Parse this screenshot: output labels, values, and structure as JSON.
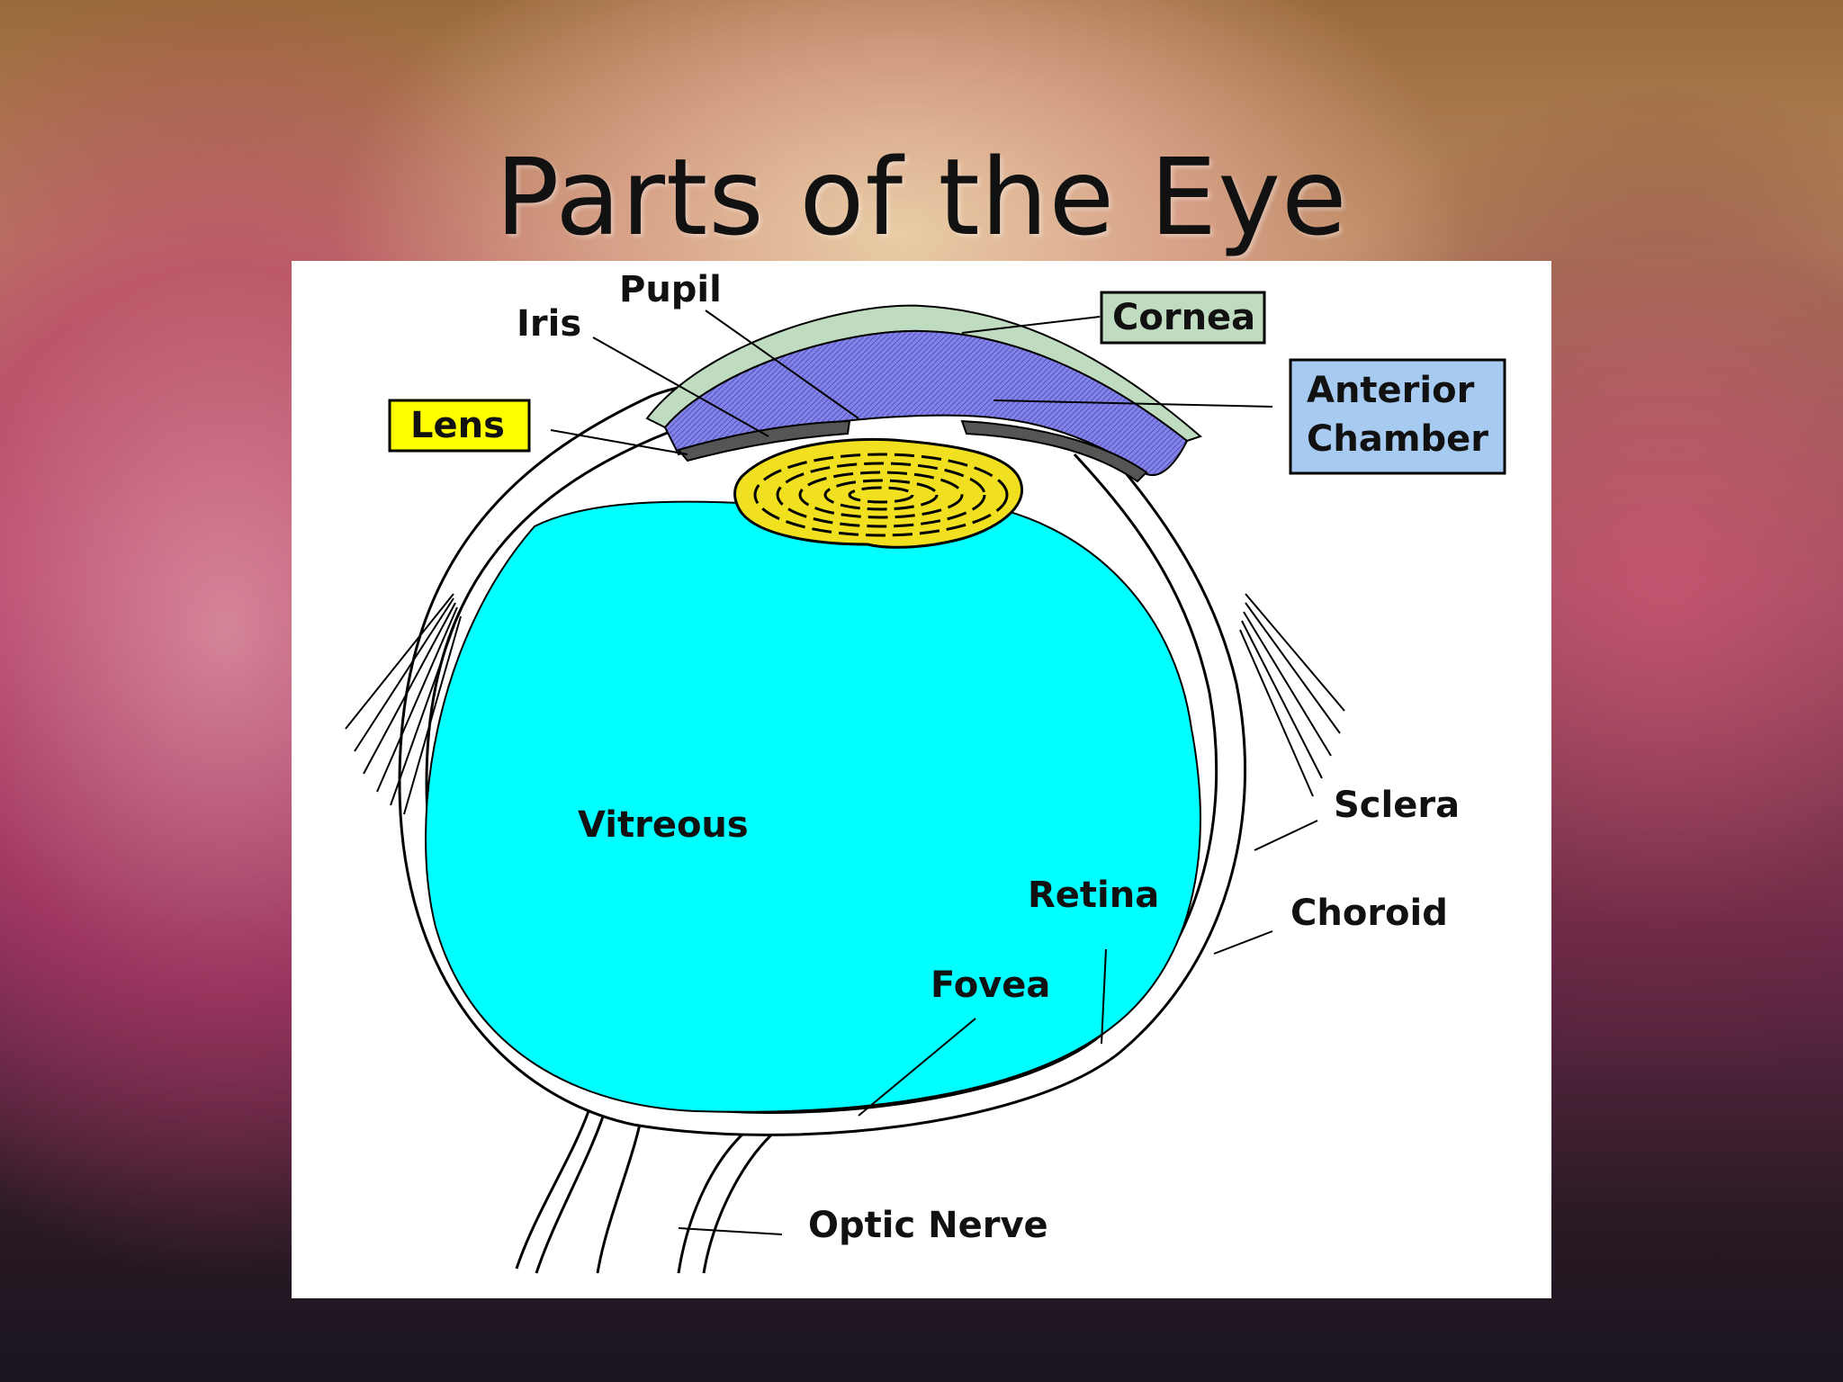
{
  "slide": {
    "title": "Parts of the Eye"
  },
  "diagram": {
    "labels": {
      "pupil": "Pupil",
      "iris": "Iris",
      "cornea": "Cornea",
      "anterior_line1": "Anterior",
      "anterior_line2": "Chamber",
      "lens": "Lens",
      "vitreous": "Vitreous",
      "sclera": "Sclera",
      "retina": "Retina",
      "choroid": "Choroid",
      "fovea": "Fovea",
      "optic_nerve": "Optic Nerve"
    },
    "colors": {
      "vitreous": "#00ffff",
      "lens": "#f0e020",
      "cornea": "#c0dcc0",
      "anterior_chamber": "#7070d8",
      "lens_box": "#ffff00",
      "cornea_box": "#c0dcc0",
      "anterior_box": "#a6caf0"
    }
  }
}
